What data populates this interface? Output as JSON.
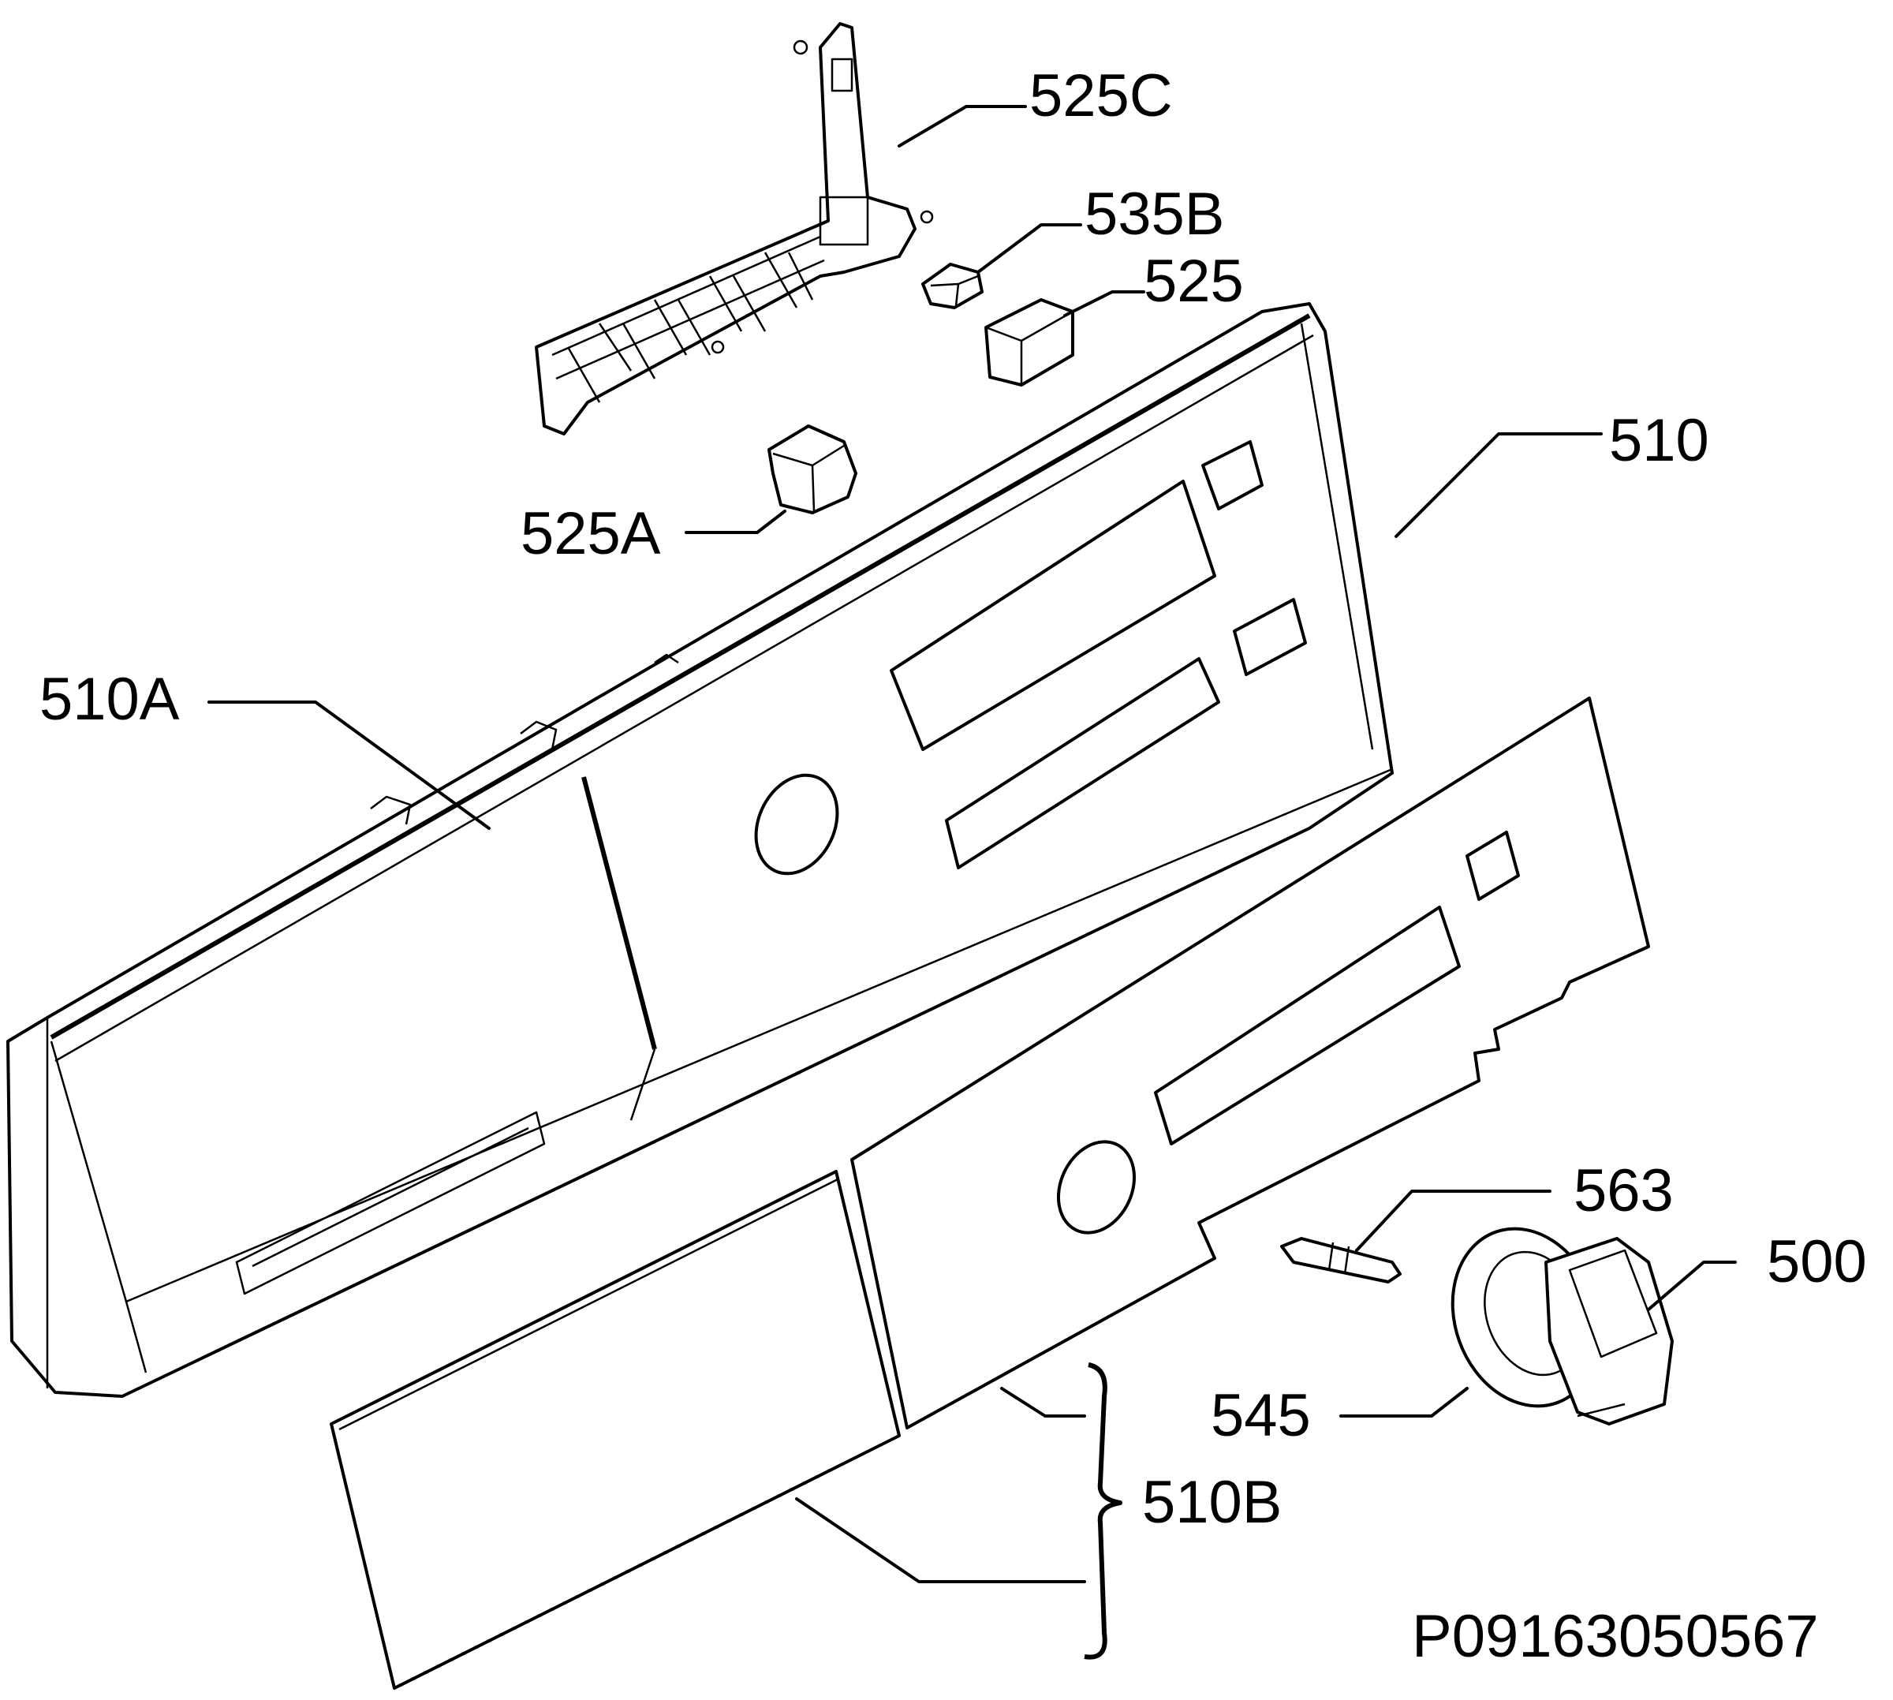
{
  "labels": {
    "l525C": "525C",
    "l535B": "535B",
    "l525": "525",
    "l510": "510",
    "l525A": "525A",
    "l510A": "510A",
    "l563": "563",
    "l500": "500",
    "l545": "545",
    "l510B": "510B"
  },
  "document_number": "P09163050567"
}
